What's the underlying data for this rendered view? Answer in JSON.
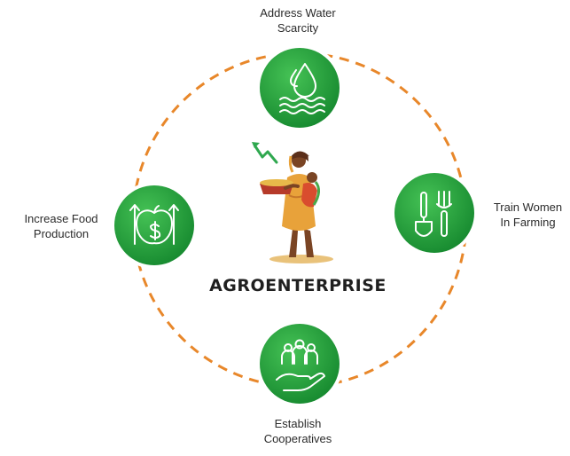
{
  "center": {
    "title": "AGROENTERPRISE"
  },
  "nodes": {
    "top": {
      "lines": [
        "Address Water",
        "Scarcity"
      ],
      "icon": "water-drop-waves-icon"
    },
    "right": {
      "lines": [
        "Train Women",
        "In Farming"
      ],
      "icon": "garden-tools-icon"
    },
    "bottom": {
      "lines": [
        "Establish",
        "Cooperatives"
      ],
      "icon": "people-on-hand-icon"
    },
    "left": {
      "lines": [
        "Increase Food",
        "Production"
      ],
      "icon": "apple-dollar-arrows-icon"
    }
  },
  "colors": {
    "node_fill": "#1e9a3a",
    "node_fill_light": "#3cb94e",
    "ring": "#e8872a",
    "accent_arrow": "#2fa84f",
    "figure_skin": "#7a4424",
    "figure_dress": "#e8a23a"
  }
}
